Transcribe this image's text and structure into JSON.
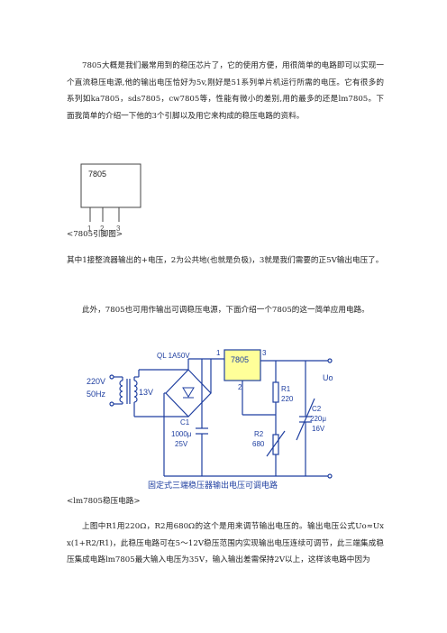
{
  "doc": {
    "para1": "7805大概是我们最常用到的稳压芯片了，它的使用方便，用很简单的电路即可以实现一个直流稳压电源,他的输出电压恰好为5v,刚好是51系列单片机运行所需的电压。它有很多的系列如ka7805，sds7805，cw7805等，性能有微小的差别,用的最多的还是lm7805。下面我简单的介绍一下他的3个引脚以及用它来构成的稳压电路的资料。",
    "caption1": "<7805引脚图>",
    "para2": "其中1接整流器输出的+电压，2为公共地(也就是负极)，3就是我们需要的正5V输出电压了。",
    "para3": "此外，7805也可用作输出可调稳压电源，下面介绍一个7805的这一简单应用电路。",
    "caption2": "<lm7805稳压电路>",
    "para4": "上图中R1用220Ω，R2用680Ω的这个是用来调节输出电压的。输出电压公式Uo≈Ux x(1+R2/R1)，此稳压电路可在5～12V稳压范围内实现输出电压连续可调节，此三端集成稳压集成电路lm7805最大输入电压为35V，输入输出差需保持2V以上，这样该电路中因为"
  },
  "pinout": {
    "chip": "7805",
    "pin1": "1",
    "pin2": "2",
    "pin3": "3"
  },
  "circuit": {
    "source": "220V",
    "freq": "50Hz",
    "secondary": "13V",
    "bridge": "QL 1A50V",
    "chip": "7805",
    "pin1": "1",
    "pin2": "2",
    "pin3": "3",
    "r1_name": "R1",
    "r1_value": "220",
    "r2_name": "R2",
    "r2_value": "680",
    "c1_name": "C1",
    "c1_value": "1000μ",
    "c1_voltage": "25V",
    "c2_name": "C2",
    "c2_value": "220μ",
    "c2_voltage": "16V",
    "output": "Uo",
    "title": "固定式三端稳压器输出电压可调电路",
    "wire_color": "#1f3fa0",
    "chip_fill": "#ffff99"
  }
}
